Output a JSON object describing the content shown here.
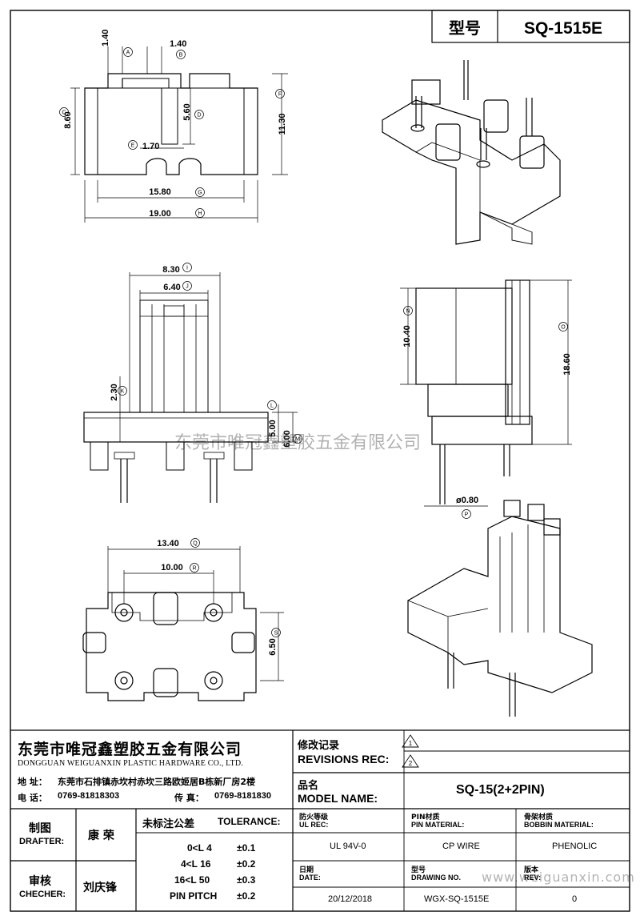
{
  "header": {
    "type_label": "型号",
    "model": "SQ-1515E"
  },
  "dims": {
    "A": "1.40",
    "B": "1.40",
    "C": "8.60",
    "D": "5.60",
    "E": "1.70",
    "F": "11.30",
    "G": "15.80",
    "H": "19.00",
    "I": "8.30",
    "J": "6.40",
    "K": "2.30",
    "L": "5.00",
    "M": "6.00",
    "N": "10.40",
    "O": "18.60",
    "P": "ø0.80",
    "Q": "13.40",
    "R": "10.00",
    "S": "6.50"
  },
  "dim_letters": [
    "A",
    "B",
    "C",
    "D",
    "E",
    "F",
    "G",
    "H",
    "I",
    "J",
    "K",
    "L",
    "M",
    "N",
    "O",
    "P",
    "Q",
    "R",
    "S"
  ],
  "watermark": {
    "center": "东莞市唯冠鑫塑胶五金有限公司",
    "bottom": "www.weiguanxin.com"
  },
  "company": {
    "name_cn": "东莞市唯冠鑫塑胶五金有限公司",
    "name_en": "DONGGUAN WEIGUANXIN PLASTIC HARDWARE CO., LTD.",
    "address_label": "地  址：",
    "address": "东莞市石排镇赤坎村赤坎三路欧姬居B栋新厂房2楼",
    "phone_label": "电  话：",
    "phone": "0769-81818303",
    "fax_label": "传  真：",
    "fax": "0769-8181830"
  },
  "revisions": {
    "label_cn": "修改记录",
    "label_en": "REVISIONS REC:",
    "marks": [
      "1",
      "2"
    ]
  },
  "model_name": {
    "label_cn": "品名",
    "label_en": "MODEL NAME:",
    "value": "SQ-15(2+2PIN)"
  },
  "drafter": {
    "label_cn": "制图",
    "label_en": "DRAFTER:",
    "name": "康  荣"
  },
  "checker": {
    "label_cn": "审核",
    "label_en": "CHECHER:",
    "name": "刘庆锋"
  },
  "tolerance": {
    "label_cn": "未标注公差",
    "label_en": "TOLERANCE:",
    "rows": [
      {
        "range": "0<L  4",
        "value": "±0.1"
      },
      {
        "range": "4<L  16",
        "value": "±0.2"
      },
      {
        "range": "16<L  50",
        "value": "±0.3"
      },
      {
        "range": "PIN PITCH",
        "value": "±0.2"
      }
    ]
  },
  "specs": {
    "ul": {
      "label_cn": "防火等级",
      "label_en": "UL REC:",
      "value": "UL 94V-0"
    },
    "pin": {
      "label_cn": "PIN材质",
      "label_en": "PIN MATERIAL:",
      "value": "CP WIRE"
    },
    "bobbin": {
      "label_cn": "骨架材质",
      "label_en": "BOBBIN MATERIAL:",
      "value": "PHENOLIC"
    },
    "date": {
      "label_cn": "日期",
      "label_en": "DATE:",
      "value": "20/12/2018"
    },
    "drawing": {
      "label_cn": "型号",
      "label_en": "DRAWING NO.",
      "value": "WGX-SQ-1515E"
    },
    "rev": {
      "label_cn": "版本",
      "label_en": "REV:",
      "value": "0"
    }
  }
}
